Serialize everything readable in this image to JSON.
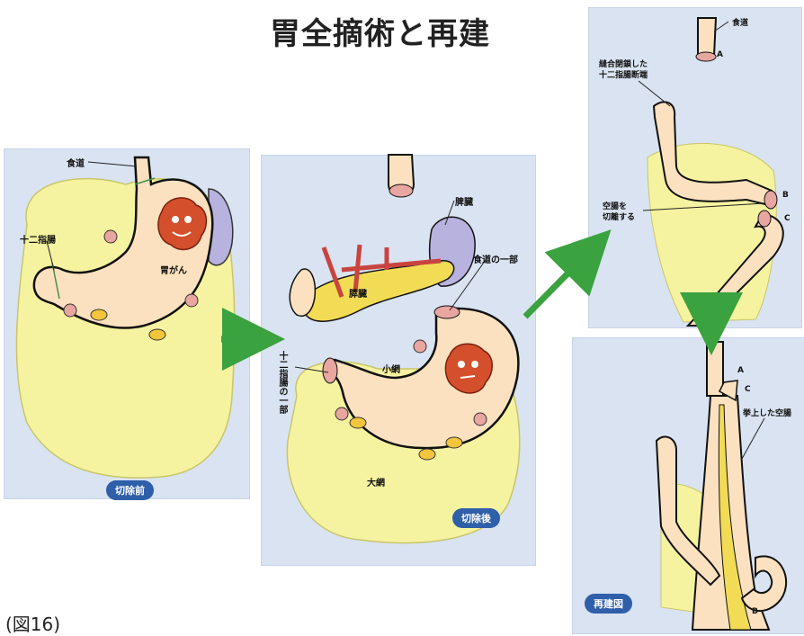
{
  "title": "胃全摘術と再建",
  "figure_label": "(図16)",
  "panels": {
    "before": {
      "badge": "切除前",
      "labels": {
        "esophagus": "食道",
        "duodenum": "十二指腸",
        "cancer": "胃がん"
      }
    },
    "after": {
      "badge": "切除後",
      "labels": {
        "spleen": "脾臓",
        "pancreas": "膵臓",
        "esophagus_part": "食道の一部",
        "duodenum_part": "十二指腸の一部",
        "lesser_omentum": "小網",
        "greater_omentum": "大網"
      }
    },
    "jejunum_cut": {
      "labels": {
        "esophagus": "食道",
        "duodenum_stump_1": "縫合閉鎖した",
        "duodenum_stump_2": "十二指腸断端",
        "cut_1": "空腸を",
        "cut_2": "切離する",
        "a": "A",
        "b": "B",
        "c": "C"
      }
    },
    "reconstruction": {
      "badge": "再建図",
      "labels": {
        "a": "A",
        "b": "B",
        "c": "C",
        "lifted_jejunum": "挙上した空腸"
      }
    }
  },
  "colors": {
    "panel_bg": "#d9e3f1",
    "omentum": "#f5f3a0",
    "stomach": "#fbe1bf",
    "pancreas": "#f2dc55",
    "spleen": "#b7b2de",
    "tumor": "#d4502c",
    "arrow": "#3aa23e",
    "badge": "#2f5fa9"
  }
}
